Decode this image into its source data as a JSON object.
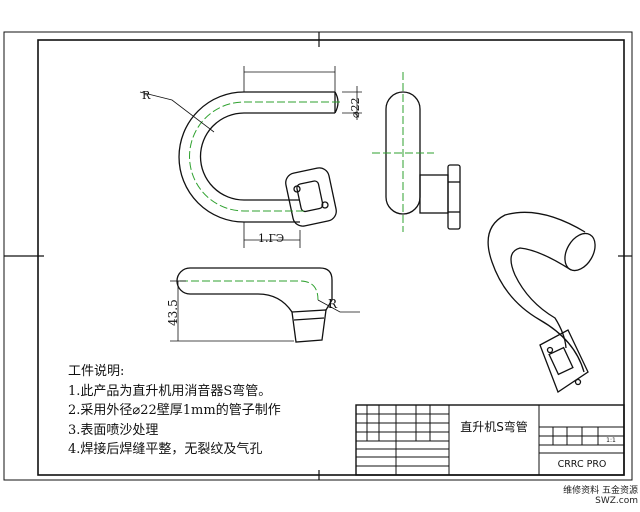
{
  "drawing": {
    "dimensions": {
      "radius_top": "R",
      "diameter_top": "⌀22",
      "width_bottom_top": "1.ГЭ",
      "height_side": "43.5",
      "radius_side": "R"
    },
    "notes": {
      "heading": "工件说明:",
      "items": [
        "1.此产品为直升机用消音器S弯管。",
        "2.采用外径⌀22壁厚1mm的管子制作",
        "3.表面喷沙处理",
        "4.焊接后焊缝平整，无裂纹及气孔"
      ]
    },
    "title_block": {
      "part_name": "直升机S弯管",
      "company": "CRRC PRO",
      "sheet_label": "1:1"
    },
    "watermark": {
      "line1": "维修资料 五金资源",
      "line2": "SWZ.com"
    }
  },
  "colors": {
    "line": "#111111",
    "centerline": "#2fa12f",
    "background": "#ffffff"
  }
}
